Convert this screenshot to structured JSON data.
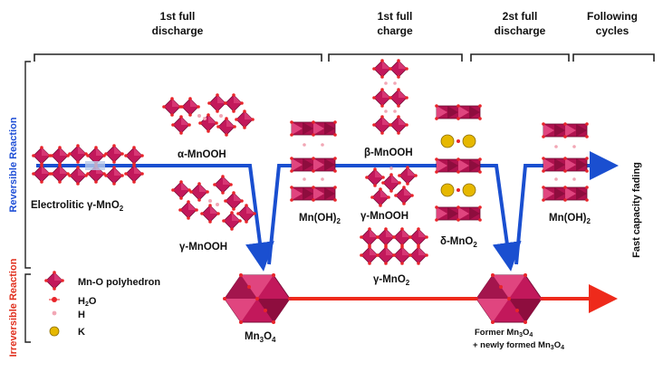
{
  "headers": {
    "first_discharge_l1": "1st full",
    "first_discharge_l2": "discharge",
    "first_charge_l1": "1st full",
    "first_charge_l2": "charge",
    "second_discharge_l1": "2st full",
    "second_discharge_l2": "discharge",
    "following_l1": "Following",
    "following_l2": "cycles"
  },
  "side": {
    "reversible": "Reversible Reaction",
    "irreversible": "Irreversible Reaction",
    "fading": "Fast capacity fading"
  },
  "materials": {
    "electrolytic": "Electrolitic γ-MnO",
    "alpha_mnooh": "α-MnOOH",
    "gamma_mnooh_left": "γ-MnOOH",
    "mnoh2_1": "Mn(OH)",
    "beta_mnooh": "β-MnOOH",
    "gamma_mnooh_mid": "γ-MnOOH",
    "gamma_mno2": "γ-MnO",
    "delta_mno2": "δ-MnO",
    "mnoh2_2": "Mn(OH)",
    "mn3o4": "Mn",
    "former": "Former Mn",
    "newly": "+ newly formed Mn"
  },
  "legend": {
    "polyhedron": "Mn-O polyhedron",
    "h2o": "H",
    "h": "H",
    "k": "K"
  },
  "colors": {
    "reversible_arrow": "#1a4fd0",
    "irreversible_arrow": "#ee2a1b",
    "polyhedron": "#c2185b",
    "oxygen": "#e8242a",
    "potassium": "#e6b800",
    "hydrogen": "#f2a7b5"
  }
}
